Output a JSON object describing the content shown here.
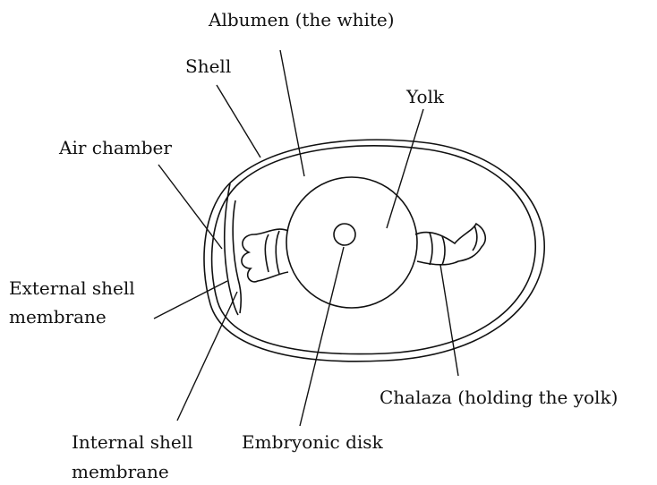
{
  "diagram": {
    "labels": {
      "albumen": "Albumen (the white)",
      "shell": "Shell",
      "yolk": "Yolk",
      "air_chamber": "Air chamber",
      "external_membrane_line1": "External shell",
      "external_membrane_line2": "membrane",
      "chalaza": "Chalaza (holding the yolk)",
      "internal_membrane_line1": "Internal shell",
      "internal_membrane_line2": "membrane",
      "embryonic_disk": "Embryonic disk"
    }
  }
}
